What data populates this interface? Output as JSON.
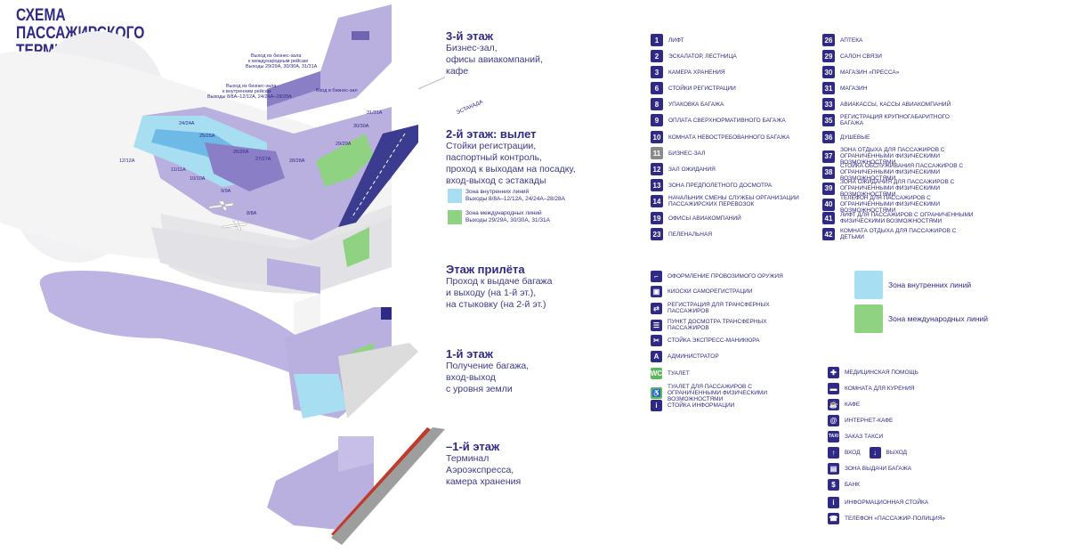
{
  "title": {
    "line1": "СХЕМА",
    "line2": "ПАССАЖИРСКОГО",
    "line3": "ТЕРМИНАЛА А"
  },
  "colors": {
    "brand": "#2e2a86",
    "domestic": "#a8def2",
    "international": "#8fd282",
    "floor_purple": "#b9b0df",
    "apron": "#ececec"
  },
  "floors": [
    {
      "name": "3-й этаж",
      "desc": "Бизнес-зал,\nофисы авиакомпаний,\nкафе"
    },
    {
      "name": "2-й этаж: вылет",
      "desc": "Стойки регистрации,\nпаспортный контроль,\nпроход к выходам на посадку,\nвход-выход с эстакады"
    },
    {
      "name": "Этаж прилёта",
      "desc": "Проход к выдаче багажа\nи выходу (на 1-й эт.),\nна стыковку (на 2-й эт.)"
    },
    {
      "name": "1-й этаж",
      "desc": "Получение багажа,\nвход-выход\nс уровня земли"
    },
    {
      "name": "–1-й этаж",
      "desc": "Терминал\nАэроэкспресса,\nкамера хранения"
    }
  ],
  "zone_keys": [
    {
      "label": "Зона внутренних линий",
      "gates": "Выходы 8/8А–12/12А, 24/24А–28/28А"
    },
    {
      "label": "Зона международных линий",
      "gates": "Выходы 29/29А, 30/30А, 31/31А"
    }
  ],
  "map_labels": {
    "estakada": "ЭСТАКАДА",
    "biz_intl_a": "Выход из бизнес-зала",
    "biz_intl_b": "к международным рейсам",
    "biz_intl_c": "Выходы 29/29А, 30/30А, 31/31А",
    "biz_dom_a": "Выход из бизнес-зала",
    "biz_dom_b": "к внутренним рейсам",
    "biz_dom_c": "Выходы 8/8А–12/12А, 24/24А–28/28А",
    "biz_entry": "Вход в бизнес-зал",
    "g24": "24/24А",
    "g25": "25/25А",
    "g26": "26/26А",
    "g27": "27/27А",
    "g28": "28/28А",
    "g29": "29/29А",
    "g30": "30/30А",
    "g31": "31/31А",
    "g12": "12/12А",
    "g11": "11/11А",
    "g10": "10/10А",
    "g9": "9/9А",
    "g8": "8/8А"
  },
  "legend_numbered_col1": [
    {
      "num": "1",
      "label": "ЛИФТ"
    },
    {
      "num": "2",
      "label": "ЭСКАЛАТОР, ЛЕСТНИЦА"
    },
    {
      "num": "3",
      "label": "КАМЕРА ХРАНЕНИЯ"
    },
    {
      "num": "6",
      "label": "СТОЙКИ РЕГИСТРАЦИИ"
    },
    {
      "num": "8",
      "label": "УПАКОВКА БАГАЖА"
    },
    {
      "num": "9",
      "label": "ОПЛАТА СВЕРХНОРМАТИВНОГО БАГАЖА"
    },
    {
      "num": "10",
      "label": "КОМНАТА НЕВОСТРЕБОВАННОГО БАГАЖА"
    },
    {
      "num": "11",
      "label": "БИЗНЕС-ЗАЛ"
    },
    {
      "num": "12",
      "label": "ЗАЛ ОЖИДАНИЯ"
    },
    {
      "num": "13",
      "label": "ЗОНА ПРЕДПОЛЕТНОГО ДОСМОТРА"
    },
    {
      "num": "14",
      "label": "НАЧАЛЬНИК СМЕНЫ СЛУЖБЫ ОРГАНИЗАЦИИ ПАССАЖИРСКИХ ПЕРЕВОЗОК"
    },
    {
      "num": "19",
      "label": "ОФИСЫ АВИАКОМПАНИЙ"
    },
    {
      "num": "23",
      "label": "ПЕЛЕНАЛЬНАЯ"
    }
  ],
  "legend_numbered_col2": [
    {
      "num": "26",
      "label": "АПТЕКА"
    },
    {
      "num": "29",
      "label": "САЛОН СВЯЗИ"
    },
    {
      "num": "30",
      "label": "МАГАЗИН «ПРЕССА»"
    },
    {
      "num": "31",
      "label": "МАГАЗИН"
    },
    {
      "num": "33",
      "label": "АВИАКАССЫ, КАССЫ АВИАКОМПАНИЙ"
    },
    {
      "num": "35",
      "label": "РЕГИСТРАЦИЯ КРУПНОГАБАРИТНОГО БАГАЖА"
    },
    {
      "num": "36",
      "label": "ДУШЕВЫЕ"
    },
    {
      "num": "37",
      "label": "ЗОНА ОТДЫХА ДЛЯ ПАССАЖИРОВ С ОГРАНИЧЕННЫМИ ФИЗИЧЕСКИМИ ВОЗМОЖНОСТЯМИ"
    },
    {
      "num": "38",
      "label": "СТОЙКА ОБСЛУЖИВАНИЯ ПАССАЖИРОВ С ОГРАНИЧЕННЫМИ ФИЗИЧЕСКИМИ ВОЗМОЖНОСТЯМИ"
    },
    {
      "num": "39",
      "label": "ЗОНА ОЖИДАНИЯ ДЛЯ ПАССАЖИРОВ С ОГРАНИЧЕННЫМИ ФИЗИЧЕСКИМИ ВОЗМОЖНОСТЯМИ"
    },
    {
      "num": "40",
      "label": "ТЕЛЕФОН ДЛЯ ПАССАЖИРОВ С ОГРАНИЧЕННЫМИ ФИЗИЧЕСКИМИ ВОЗМОЖНОСТЯМИ"
    },
    {
      "num": "41",
      "label": "ЛИФТ ДЛЯ ПАССАЖИРОВ С ОГРАНИЧЕННЫМИ ФИЗИЧЕСКИМИ ВОЗМОЖНОСТЯМИ"
    },
    {
      "num": "42",
      "label": "КОМНАТА ОТДЫХА ДЛЯ ПАССАЖИРОВ С ДЕТЬМИ"
    }
  ],
  "legend_icons_col1": [
    {
      "icon": "gun-icon",
      "glyph": "⌐",
      "label": "ОФОРМЛЕНИЕ ПРОВОЗИМОГО ОРУЖИЯ"
    },
    {
      "icon": "kiosk-icon",
      "glyph": "▣",
      "label": "КИОСКИ САМОРЕГИСТРАЦИИ"
    },
    {
      "icon": "transfer-registration-icon",
      "glyph": "⇄",
      "label": "РЕГИСТРАЦИЯ ДЛЯ ТРАНСФЕРНЫХ ПАССАЖИРОВ"
    },
    {
      "icon": "transfer-screening-icon",
      "glyph": "☰",
      "label": "ПУНКТ ДОСМОТРА ТРАНСФЕРНЫХ ПАССАЖИРОВ"
    },
    {
      "icon": "manicure-icon",
      "glyph": "✂",
      "label": "СТОЙКА ЭКСПРЕСС-МАНИКЮРА"
    },
    {
      "icon": "admin-icon",
      "glyph": "A",
      "label": "АДМИНИСТРАТОР"
    },
    {
      "icon": "wc-icon",
      "glyph": "WC",
      "label": "ТУАЛЕТ",
      "green": true
    },
    {
      "icon": "accessible-wc-icon",
      "glyph": "♿",
      "label": "ТУАЛЕТ ДЛЯ ПАССАЖИРОВ С ОГРАНИЧЕННЫМИ ФИЗИЧЕСКИМИ ВОЗМОЖНОСТЯМИ",
      "green": true
    },
    {
      "icon": "info-desk-icon",
      "glyph": "i",
      "label": "СТОЙКА ИНФОРМАЦИИ"
    }
  ],
  "legend_icons_col2": [
    {
      "icon": "medical-icon",
      "glyph": "✚",
      "label": "МЕДИЦИНСКАЯ ПОМОЩЬ"
    },
    {
      "icon": "smoking-icon",
      "glyph": "▬",
      "label": "КОМНАТА ДЛЯ КУРЕНИЯ"
    },
    {
      "icon": "cafe-icon",
      "glyph": "☕",
      "label": "КАФЕ"
    },
    {
      "icon": "internet-cafe-icon",
      "glyph": "@",
      "label": "ИНТЕРНЕТ-КАФЕ"
    },
    {
      "icon": "taxi-icon",
      "glyph": "TAXI",
      "label": "ЗАКАЗ ТАКСИ"
    }
  ],
  "legend_entry_exit": {
    "entry": "ВХОД",
    "exit": "ВЫХОД"
  },
  "legend_icons_col2b": [
    {
      "icon": "baggage-claim-icon",
      "glyph": "▤",
      "label": "ЗОНА ВЫДАЧИ БАГАЖА"
    },
    {
      "icon": "bank-icon",
      "glyph": "$",
      "label": "БАНК"
    },
    {
      "icon": "info-stand-icon",
      "glyph": "i",
      "label": "ИНФОРМАЦИОННАЯ СТОЙКА"
    },
    {
      "icon": "police-phone-icon",
      "glyph": "☎",
      "label": "ТЕЛЕФОН «ПАССАЖИР-ПОЛИЦИЯ»"
    }
  ],
  "zone_big": [
    {
      "label": "Зона внутренних линий"
    },
    {
      "label": "Зона международных линий"
    }
  ]
}
